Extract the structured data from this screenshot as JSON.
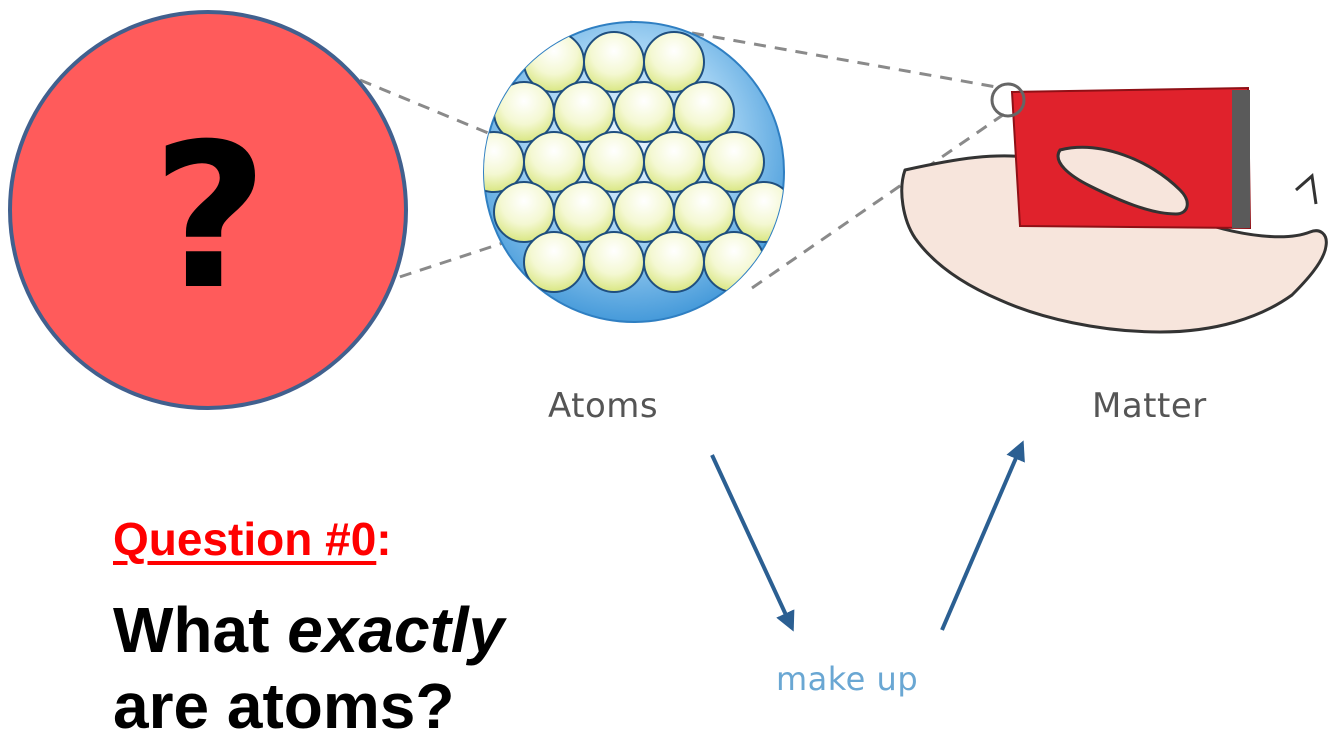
{
  "question_badge": {
    "symbol": "?",
    "fill": "#ff5b5b",
    "stroke": "#41608e"
  },
  "labels": {
    "atoms": "Atoms",
    "matter": "Matter",
    "make_up": "make up"
  },
  "question": {
    "heading": "Question #0",
    "heading_suffix": ":",
    "line1_prefix": "What ",
    "line1_emphasis": "exactly",
    "line2": "are atoms?"
  },
  "colors": {
    "heading": "#ff0000",
    "atom_sphere": "#5aaae6",
    "atom_particle": "#e8f0a0",
    "block": "#e0222c",
    "arrow": "#2b5f92",
    "make_up_text": "#6aa7d3",
    "skin": "#f7e5dc"
  }
}
